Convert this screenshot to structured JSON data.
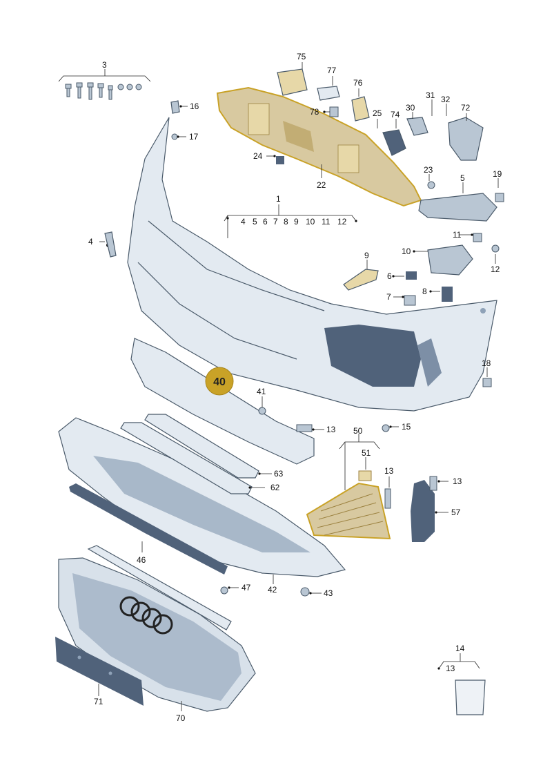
{
  "highlight_badge": "40",
  "callouts": {
    "c1": "1",
    "c1_list": [
      "4",
      "5",
      "6",
      "7",
      "8",
      "9",
      "10",
      "11",
      "12"
    ],
    "c3": "3",
    "c4": "4",
    "c5": "5",
    "c6": "6",
    "c7": "7",
    "c8": "8",
    "c9": "9",
    "c10": "10",
    "c11": "11",
    "c12": "12",
    "c13a": "13",
    "c13b": "13",
    "c13c": "13",
    "c14": "14",
    "c14_sub": "13",
    "c15": "15",
    "c16": "16",
    "c17": "17",
    "c18": "18",
    "c19": "19",
    "c22": "22",
    "c23": "23",
    "c24": "24",
    "c25": "25",
    "c30": "30",
    "c31": "31",
    "c32": "32",
    "c41": "41",
    "c42": "42",
    "c43": "43",
    "c46": "46",
    "c47": "47",
    "c50": "50",
    "c51": "51",
    "c57": "57",
    "c62": "62",
    "c63": "63",
    "c70": "70",
    "c71": "71",
    "c72": "72",
    "c74": "74",
    "c75": "75",
    "c76": "76",
    "c77": "77",
    "c78": "78"
  },
  "colors": {
    "highlight": "#c9a227",
    "badge_fill": "#c9a227",
    "part_fill": "#dfe7ef",
    "part_dark": "#50627a",
    "part_shadow": "#8fa2b8",
    "bracket_fill": "#d8c9a0"
  }
}
